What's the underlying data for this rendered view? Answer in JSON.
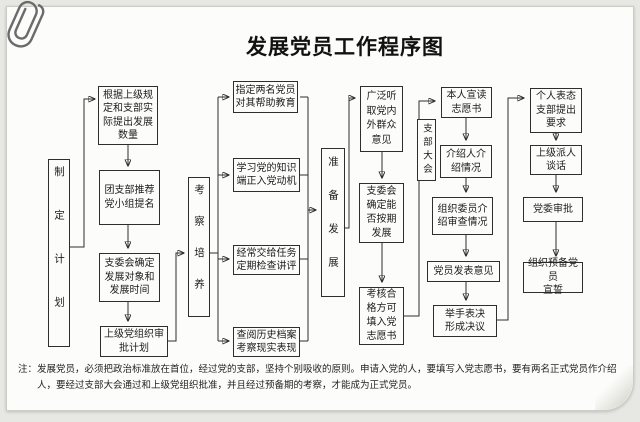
{
  "title": "发展党员工作程序图",
  "note": {
    "label": "注：",
    "text": "发展党员，必须把政治标准放在首位，经过党的支部，坚持个别吸收的原则。申请入党的人，要填写入党志愿书，要有两名正式党员作介绍人，要经过支部大会通过和上级党组织批准，并且经过预备期的考察，才能成为正式党员。"
  },
  "icons": {
    "top_left": "paperclip-icon"
  },
  "colors": {
    "ink": "#2e2e2e",
    "paper": "#fcfcfa",
    "background": "#e7e7e3"
  },
  "flow": {
    "stage_labels": {
      "plan": "制定计划",
      "observe": "考察培养",
      "prepare": "准备发展",
      "meeting": "支部大会"
    },
    "steps": {
      "plan1": "根据上级规\n定和支部实\n际提出发展\n数量",
      "plan2": "团支部推荐\n党小组提名",
      "plan3": "支委会确定\n发展对象和\n发展时间",
      "plan4": "上级党组织审\n批计划",
      "observe1": "指定两名党员\n对其帮助教育",
      "observe2": "学习党的知识\n端正入党动机",
      "observe3": "经常交给任务\n定期检查讲评",
      "observe4": "查阅历史档案\n考察现实表现",
      "prepare1": "广泛听\n取党内\n外群众\n意见",
      "prepare2": "支委会\n确定能\n否按期\n发展",
      "prepare3": "考核合\n格方可\n填入党\n志愿书",
      "meeting1": "本人宣读\n志愿书",
      "meeting2": "介绍人介\n绍情况",
      "meeting3": "组织委员介\n绍审查情况",
      "meeting4": "党员发表意见",
      "meeting5": "举手表决\n形成决议",
      "approve1": "个人表态\n支部提出\n要求",
      "approve2": "上级派人\n谈话",
      "approve3": "党委审批",
      "approve4": "组织预备党员\n宣誓"
    }
  }
}
